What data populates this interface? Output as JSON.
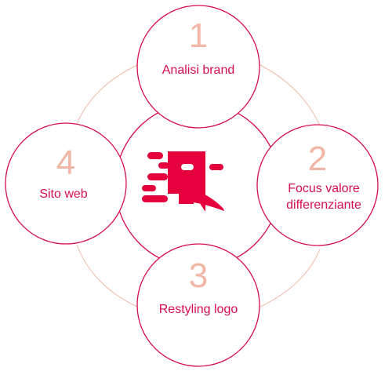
{
  "colors": {
    "circle_stroke": "#d60c4f",
    "connector": "#f3b7a7",
    "number": "#f2b6a6",
    "label": "#d60c4f",
    "logo": "#e5003d"
  },
  "center": {
    "logo_icon": "brand-mask-logo-icon"
  },
  "steps": [
    {
      "number": "1",
      "label": "Analisi brand"
    },
    {
      "number": "2",
      "label_line1": "Focus valore",
      "label_line2": "differenziante"
    },
    {
      "number": "3",
      "label": "Restyling logo"
    },
    {
      "number": "4",
      "label": "Sito web"
    }
  ]
}
